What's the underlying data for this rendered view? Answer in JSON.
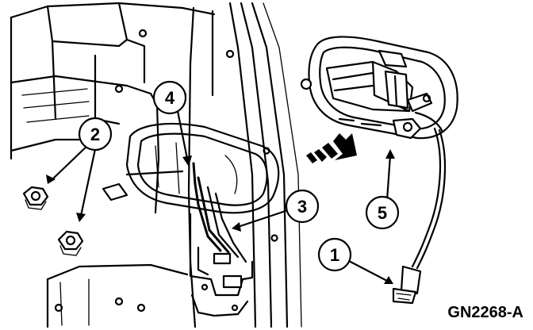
{
  "figure_code": "GN2268-A",
  "callouts": [
    {
      "id": "c1",
      "label": "1"
    },
    {
      "id": "c2",
      "label": "2"
    },
    {
      "id": "c3",
      "label": "3"
    },
    {
      "id": "c4",
      "label": "4"
    },
    {
      "id": "c5",
      "label": "5"
    }
  ],
  "colors": {
    "ink": "#000000",
    "paper": "#ffffff"
  }
}
